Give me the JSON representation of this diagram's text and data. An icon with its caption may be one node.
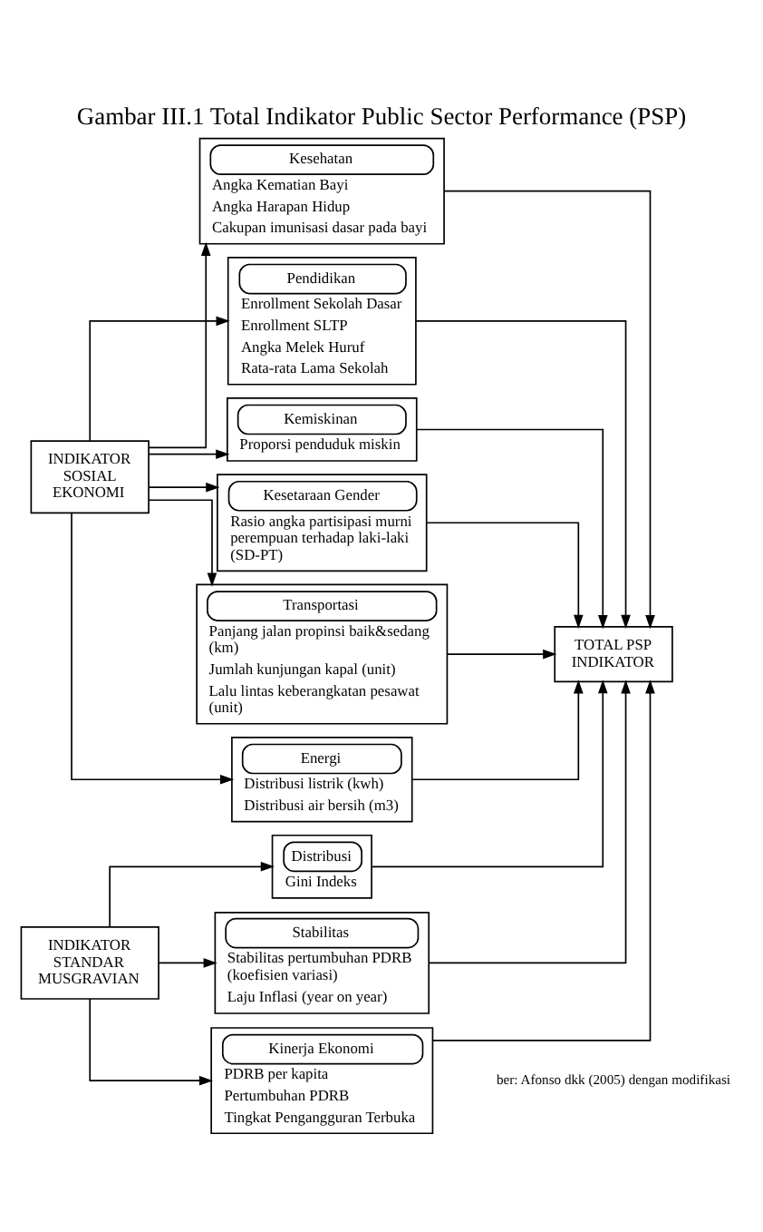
{
  "diagram": {
    "title": "Gambar III.1 Total Indikator Public Sector Performance (PSP)",
    "caption": "ber: Afonso dkk (2005) dengan modifikasi",
    "nodes": [
      {
        "text": [
          "INDIKATOR SOSIAL EKONOMI"
        ]
      },
      {
        "text": [
          "Kesehatan",
          "Angka Kematian Bayi",
          "Angka Harapan Hidup",
          "Cakupan imunisasi dasar pada bayi"
        ]
      },
      {
        "text": [
          "Pendidikan",
          "Enrollment Sekolah Dasar",
          "Enrollment SLTP",
          "Angka Melek Huruf",
          "Rata-rata Lama Sekolah"
        ]
      },
      {
        "text": [
          "Kemiskinan",
          "Proporsi penduduk miskin"
        ]
      },
      {
        "text": [
          "Kesetaraan Gender",
          "Rasio angka partisipasi murni perempuan terhadap laki-laki (SD-PT)"
        ]
      },
      {
        "text": [
          "Transportasi",
          "Panjang jalan propinsi baik&sedang (km)",
          "Jumlah kunjungan kapal (unit)",
          "Lalu lintas keberangkatan pesawat (unit)"
        ]
      },
      {
        "text": [
          "Energi",
          "Distribusi listrik (kwh)",
          "Distribusi air bersih (m3)"
        ]
      },
      {
        "text": [
          "TOTAL PSP INDIKATOR"
        ]
      },
      {
        "text": [
          "Distribusi",
          "Gini Indeks"
        ]
      },
      {
        "text": [
          "Stabilitas",
          "Stabilitas pertumbuhan PDRB (koefisien variasi)",
          "Laju Inflasi (year on year)"
        ]
      },
      {
        "text": [
          "Kinerja Ekonomi",
          "PDRB per kapita",
          "Pertumbuhan PDRB",
          "Tingkat Pengangguran Terbuka"
        ]
      },
      {
        "text": [
          "INDIKATOR STANDAR MUSGRAVIAN"
        ]
      }
    ],
    "edges": [
      {
        "from": 0,
        "to": 1,
        "arrow": "to"
      },
      {
        "from": 0,
        "to": 2,
        "arrow": "to"
      },
      {
        "from": 0,
        "to": 3,
        "arrow": "to"
      },
      {
        "from": 0,
        "to": 4,
        "arrow": "to"
      },
      {
        "from": 0,
        "to": 5,
        "arrow": "to"
      },
      {
        "from": 0,
        "to": 6,
        "arrow": "to"
      },
      {
        "from": 1,
        "to": 7,
        "arrow": "to"
      },
      {
        "from": 2,
        "to": 7,
        "arrow": "to"
      },
      {
        "from": 3,
        "to": 7,
        "arrow": "to"
      },
      {
        "from": 4,
        "to": 7,
        "arrow": "to"
      },
      {
        "from": 5,
        "to": 7,
        "arrow": "to"
      },
      {
        "from": 6,
        "to": 7,
        "arrow": "to"
      },
      {
        "from": 11,
        "to": 8,
        "arrow": "to"
      },
      {
        "from": 11,
        "to": 9,
        "arrow": "to"
      },
      {
        "from": 11,
        "to": 10,
        "arrow": "to"
      },
      {
        "from": 8,
        "to": 7,
        "arrow": "to"
      },
      {
        "from": 9,
        "to": 7,
        "arrow": "to"
      },
      {
        "from": 10,
        "to": 7,
        "arrow": "to"
      }
    ]
  }
}
